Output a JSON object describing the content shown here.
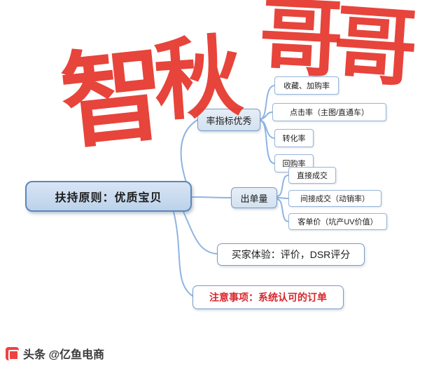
{
  "watermark": {
    "chars": [
      "智",
      "秋",
      "哥",
      "哥"
    ],
    "color": "#e5352b"
  },
  "mindmap": {
    "root": {
      "label": "扶持原则：优质宝贝"
    },
    "branches": [
      {
        "label": "率指标优秀",
        "children": [
          "收藏、加购率",
          "点击率（主图/直通车）",
          "转化率",
          "回购率"
        ]
      },
      {
        "label": "出单量",
        "children": [
          "直接成交",
          "间接成交（动销率）",
          "客单价（坑产UV价值）"
        ]
      },
      {
        "label": "买家体验：评价，DSR评分",
        "children": []
      },
      {
        "label": "注意事项：系统认可的订单",
        "children": [],
        "text_color": "#d9262c"
      }
    ]
  },
  "footer": {
    "source": "头条 @亿鱼电商"
  },
  "colors": {
    "watermark_red": "#e5352b",
    "root_fill": "#c9dcf0",
    "node_border_blue": "#7a9cc6",
    "connector_blue": "#8eb4e3",
    "notice_text_red": "#d9262c",
    "footer_logo_red": "#f04142"
  }
}
